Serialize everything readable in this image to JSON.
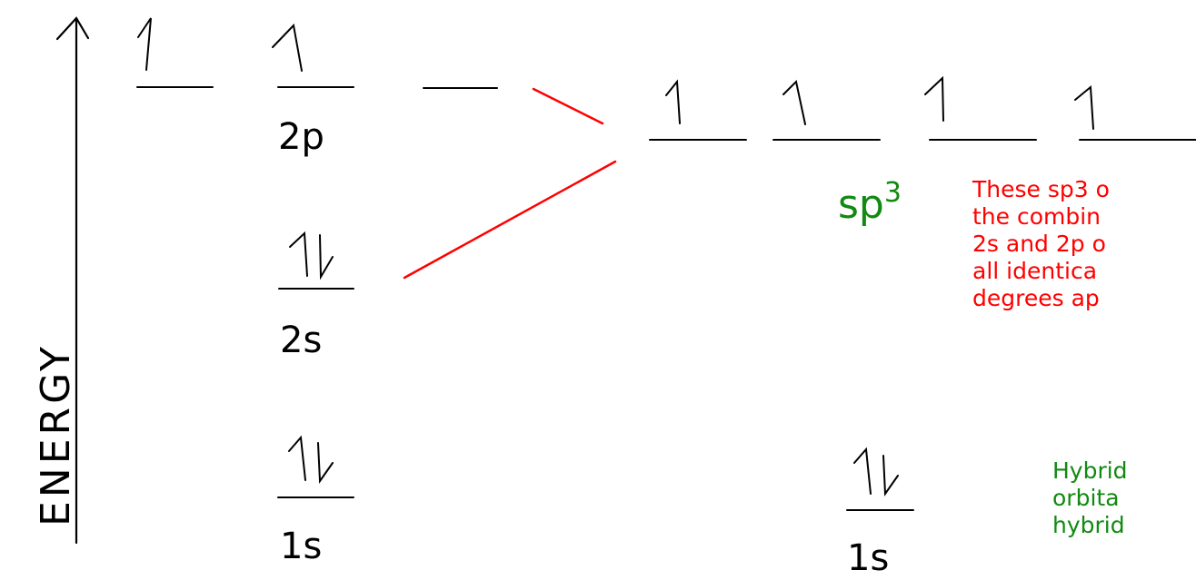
{
  "axis": {
    "label": "ENERGY"
  },
  "orbitals": {
    "two_p_label": "2p",
    "two_s_label": "2s",
    "one_s_left_label": "1s",
    "one_s_right_label": "1s",
    "sp3_label": "sp",
    "sp3_superscript": "3"
  },
  "notes": {
    "red": [
      "These sp3 o",
      "the combin",
      "2s and 2p o",
      "all identica",
      "degrees ap"
    ],
    "green": [
      "Hybrid",
      "orbita",
      "hybrid"
    ]
  },
  "colors": {
    "ink": "#000000",
    "connector": "#ff0000",
    "sp3_label": "#108a10",
    "red_note": "#ff0000",
    "green_note": "#108a10"
  }
}
